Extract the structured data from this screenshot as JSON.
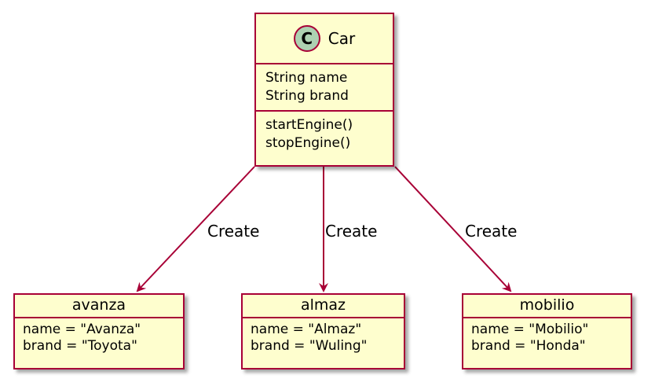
{
  "class": {
    "icon_letter": "C",
    "name": "Car",
    "fields": [
      "String name",
      "String brand"
    ],
    "methods": [
      "startEngine()",
      "stopEngine()"
    ]
  },
  "objects": [
    {
      "title": "avanza",
      "attributes": [
        "name = \"Avanza\"",
        "brand = \"Toyota\""
      ]
    },
    {
      "title": "almaz",
      "attributes": [
        "name = \"Almaz\"",
        "brand = \"Wuling\""
      ]
    },
    {
      "title": "mobilio",
      "attributes": [
        "name = \"Mobilio\"",
        "brand = \"Honda\""
      ]
    }
  ],
  "relations": [
    {
      "label": "Create"
    },
    {
      "label": "Create"
    },
    {
      "label": "Create"
    }
  ],
  "colors": {
    "box_fill": "#fefece",
    "border": "#a80036",
    "icon_fill": "#add1b2"
  }
}
